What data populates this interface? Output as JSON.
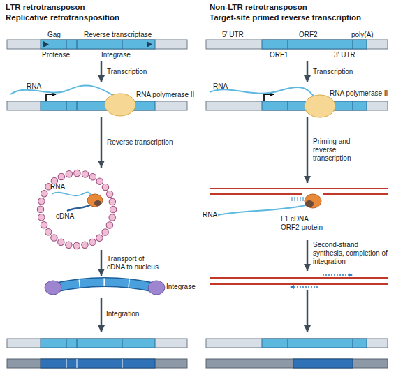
{
  "diagram": {
    "nodes": [
      {
        "text": [
          "Gag",
          "Reverse transcriptase",
          "Protease",
          "Integrase"
        ]
      },
      {
        "text": [
          "RNA",
          "RNA polymerase II"
        ]
      },
      {
        "text": [
          "RNA",
          "cDNA"
        ]
      },
      {
        "text": [
          "Integrase"
        ]
      },
      {
        "text": [
          "5′ UTR",
          "ORF2",
          "poly(A)",
          "ORF1",
          "3′ UTR"
        ]
      },
      {
        "text": [
          "RNA",
          "RNA polymerase II"
        ]
      },
      {
        "text": [
          "RNA",
          "L1 cDNA",
          "ORF2 protein"
        ]
      }
    ],
    "edges": [
      {
        "from": 0,
        "to": 1,
        "arrow": "to",
        "label": "Transcription"
      },
      {
        "from": 1,
        "to": 2,
        "arrow": "to",
        "label": "Reverse transcription"
      },
      {
        "from": 2,
        "to": 3,
        "arrow": "to",
        "label": "Transport of cDNA to nucleus"
      },
      {
        "from": 4,
        "to": 5,
        "arrow": "to",
        "label": "Transcription"
      },
      {
        "from": 5,
        "to": 6,
        "arrow": "to",
        "label": "Priming and reverse transcription"
      }
    ],
    "labels": [
      "LTR retrotransposon",
      "Replicative retrotransposition",
      "Non-LTR retrotransposon",
      "Target-site primed reverse transcription",
      "Integration",
      "Second-strand synthesis, completion of integration"
    ]
  }
}
